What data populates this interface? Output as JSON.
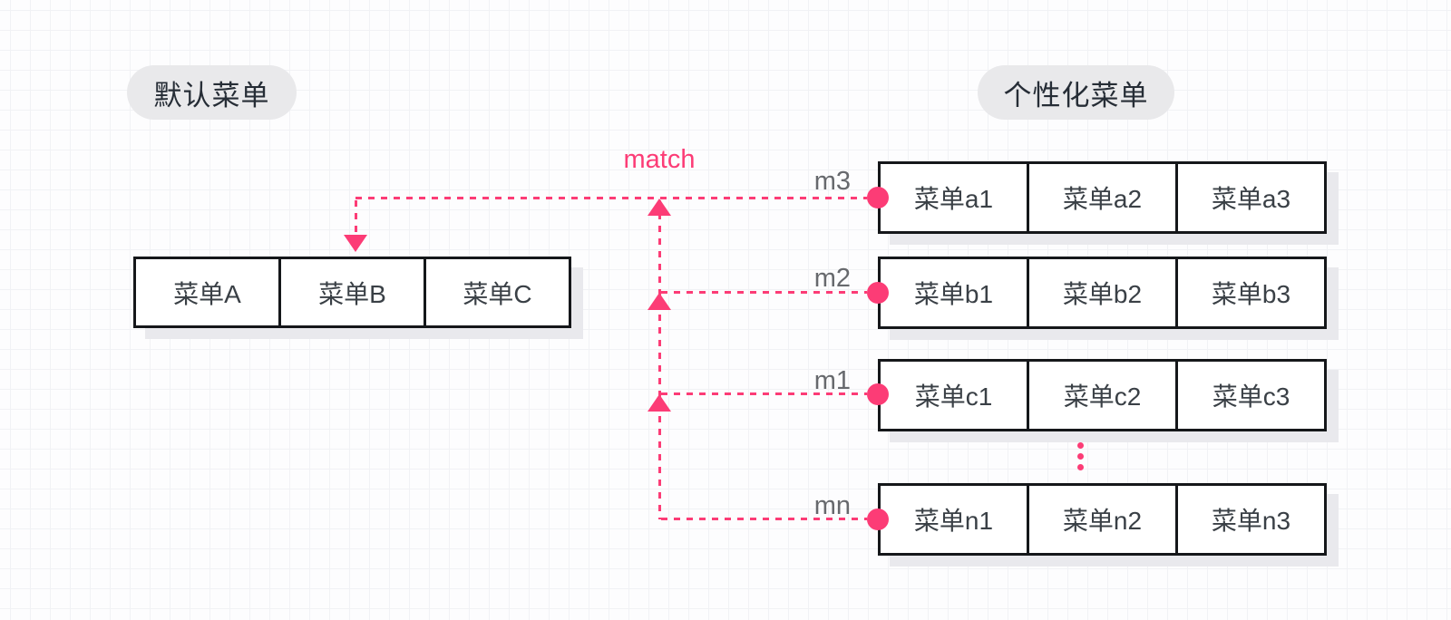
{
  "titles": {
    "left_pill": "默认菜单",
    "right_pill": "个性化菜单"
  },
  "match_label": "match",
  "default_menu": {
    "cells": [
      "菜单A",
      "菜单B",
      "菜单C"
    ]
  },
  "personalized_menus": [
    {
      "label": "m3",
      "cells": [
        "菜单a1",
        "菜单a2",
        "菜单a3"
      ]
    },
    {
      "label": "m2",
      "cells": [
        "菜单b1",
        "菜单b2",
        "菜单b3"
      ]
    },
    {
      "label": "m1",
      "cells": [
        "菜单c1",
        "菜单c2",
        "菜单c3"
      ]
    },
    {
      "label": "mn",
      "cells": [
        "菜单n1",
        "菜单n2",
        "菜单n3"
      ]
    }
  ],
  "colors": {
    "accent_pink": "#fc3c76",
    "box_border": "#15171a",
    "box_shadow": "#e9e9ed",
    "pill_background": "#e9e9eb",
    "label_gray": "#67696d"
  }
}
